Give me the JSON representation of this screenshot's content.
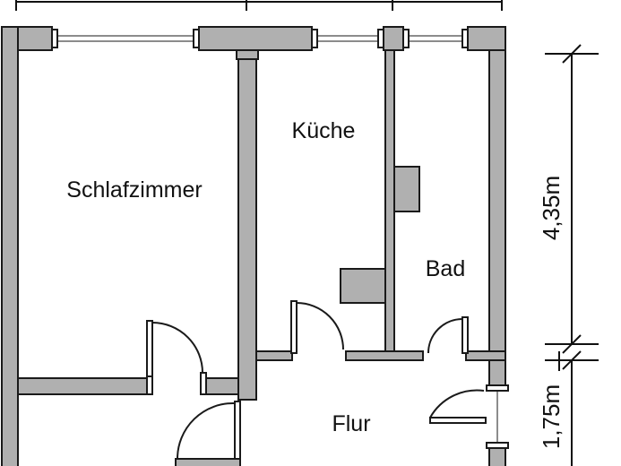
{
  "rooms": {
    "schlafzimmer": "Schlafzimmer",
    "kueche": "Küche",
    "bad": "Bad",
    "flur": "Flur"
  },
  "dimensions": {
    "height_upper": "4,35m",
    "height_lower": "1,75m"
  }
}
